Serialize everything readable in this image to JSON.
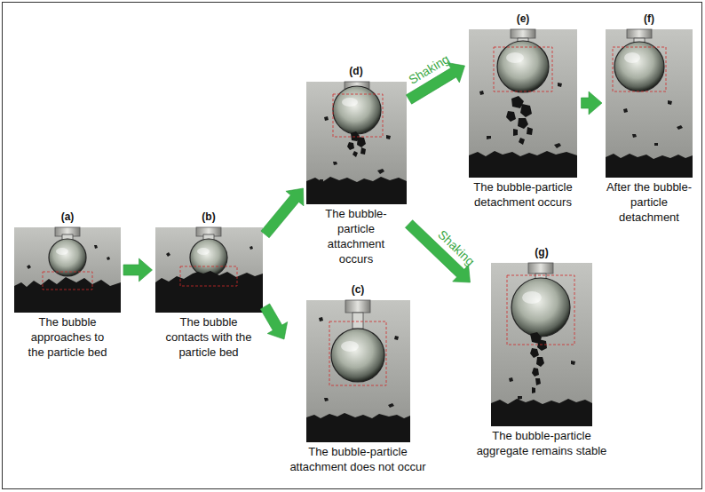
{
  "diagram": {
    "nodes": [
      {
        "text": [
          "(a)",
          "The bubble approaches to the particle bed"
        ]
      },
      {
        "text": [
          "(b)",
          "The bubble contacts with the particle bed"
        ]
      },
      {
        "text": [
          "(c)",
          "The bubble-particle attachment does not occur"
        ]
      },
      {
        "text": [
          "(d)",
          "The bubble-particle attachment occurs"
        ]
      },
      {
        "text": [
          "(e)",
          "The bubble-particle detachment occurs"
        ]
      },
      {
        "text": [
          "(f)",
          "After the bubble-particle detachment"
        ]
      },
      {
        "text": [
          "(g)",
          "The bubble-particle aggregate remains stable"
        ]
      }
    ],
    "edges": [
      {
        "from": 0,
        "to": 1,
        "arrow": "to"
      },
      {
        "from": 1,
        "to": 3,
        "arrow": "to"
      },
      {
        "from": 1,
        "to": 2,
        "arrow": "to"
      },
      {
        "from": 3,
        "to": 4,
        "label": "Shaking",
        "arrow": "to"
      },
      {
        "from": 4,
        "to": 5,
        "arrow": "to"
      },
      {
        "from": 3,
        "to": 6,
        "label": "Shaking",
        "arrow": "to"
      }
    ]
  }
}
